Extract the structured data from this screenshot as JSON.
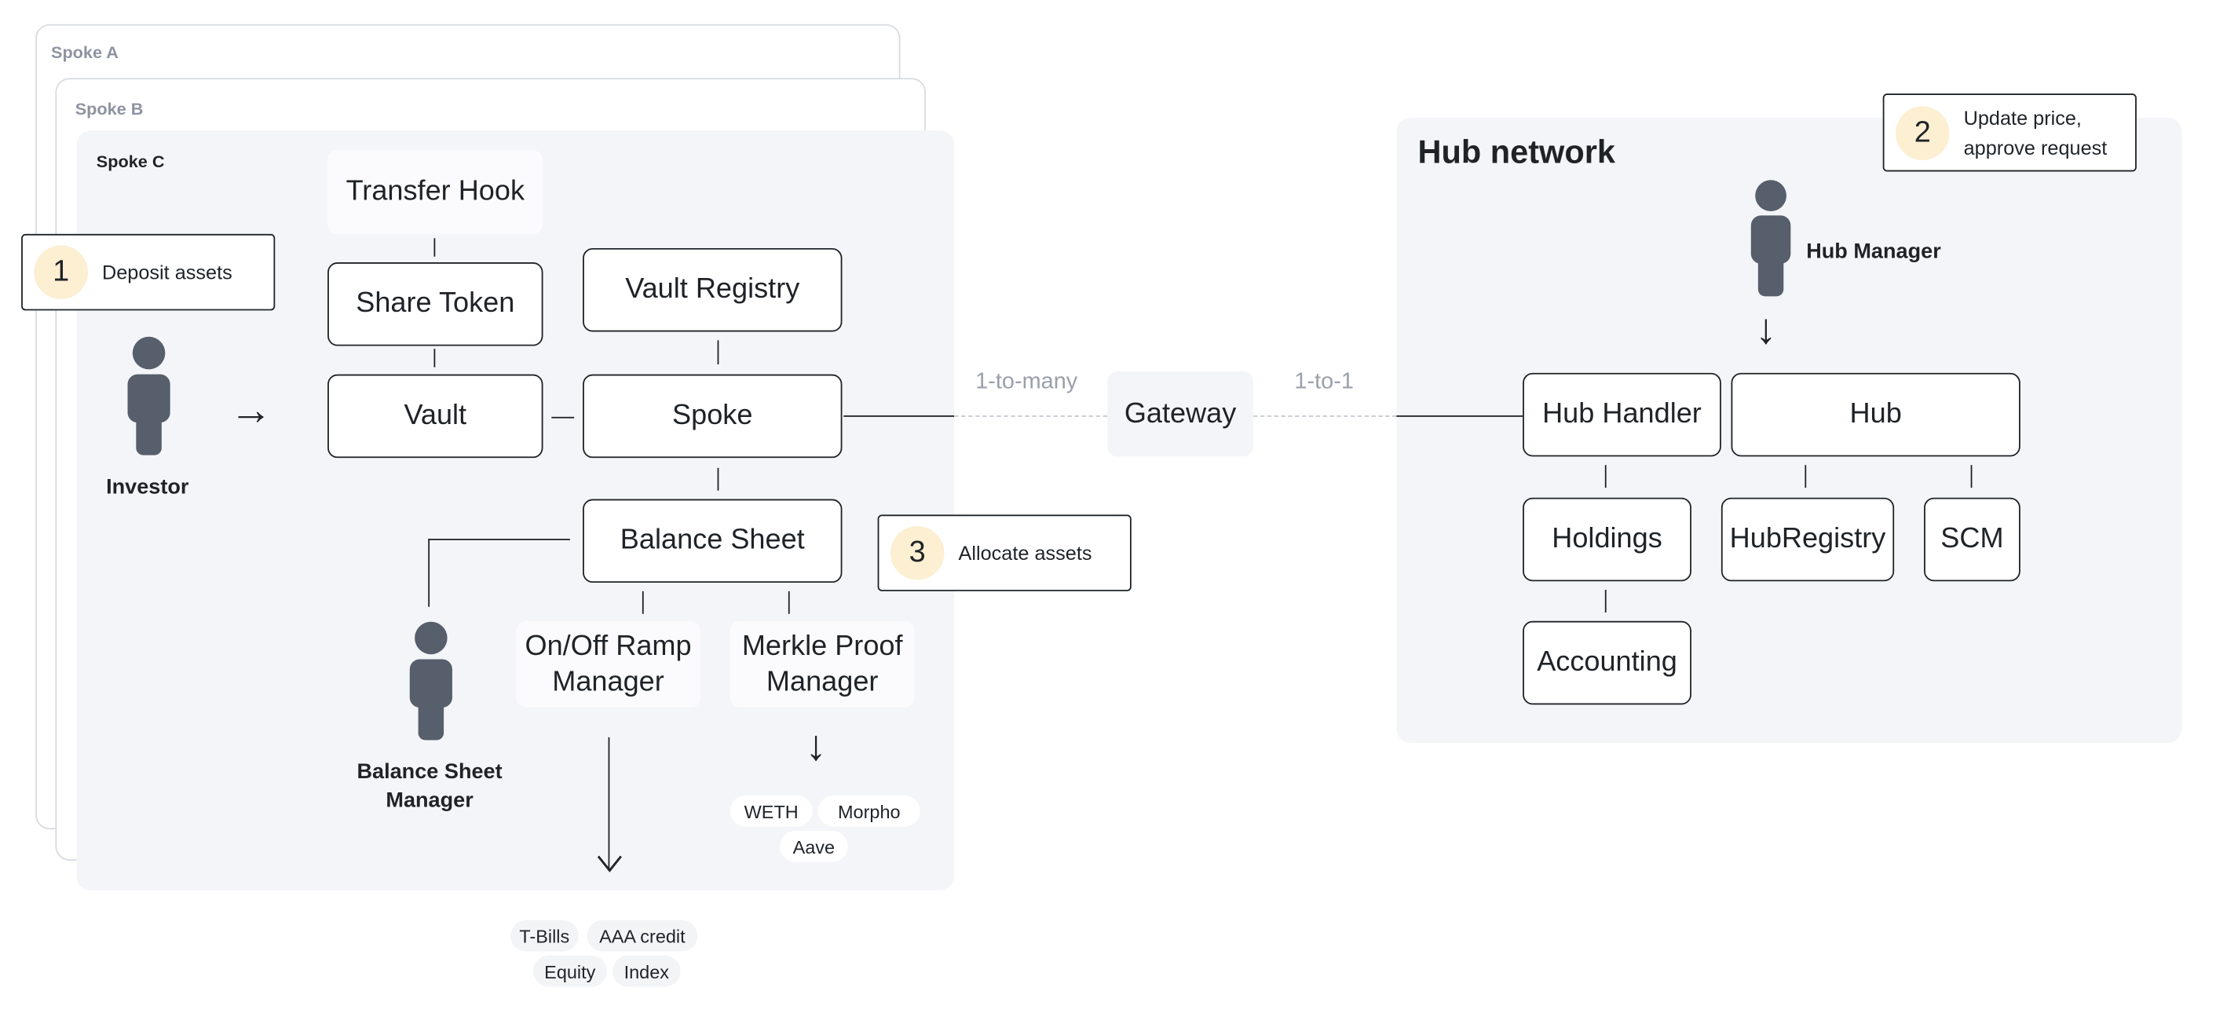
{
  "spokes": {
    "a_title": "Spoke A",
    "b_title": "Spoke B",
    "c_title": "Spoke C"
  },
  "nodes": {
    "transfer_hook": "Transfer Hook",
    "share_token": "Share Token",
    "vault_registry": "Vault Registry",
    "vault": "Vault",
    "spoke": "Spoke",
    "balance_sheet": "Balance Sheet",
    "onoff_ramp_line1": "On/Off Ramp",
    "onoff_ramp_line2": "Manager",
    "merkle_line1": "Merkle Proof",
    "merkle_line2": "Manager",
    "gateway": "Gateway",
    "hub_handler": "Hub Handler",
    "hub": "Hub",
    "holdings": "Holdings",
    "hub_registry": "HubRegistry",
    "scm": "SCM",
    "accounting": "Accounting"
  },
  "hub_network": {
    "title": "Hub network"
  },
  "relations": {
    "left": "1-to-many",
    "right": "1-to-1"
  },
  "actors": {
    "investor": "Investor",
    "bsm_line1": "Balance Sheet",
    "bsm_line2": "Manager",
    "hub_manager": "Hub Manager"
  },
  "steps": [
    {
      "number": "1",
      "line1": "Deposit assets",
      "line2": ""
    },
    {
      "number": "2",
      "line1": "Update price,",
      "line2": "approve request"
    },
    {
      "number": "3",
      "line1": "Allocate assets",
      "line2": ""
    }
  ],
  "protocol_chips": [
    "WETH",
    "Morpho",
    "Aave"
  ],
  "offchain_chips": [
    "T-Bills",
    "AAA credit",
    "Equity",
    "Index"
  ],
  "icons": {
    "right_arrow": "→",
    "down_arrow": "↓"
  },
  "colors": {
    "panel": "#f4f5f8",
    "badge": "#fcefd2",
    "person": "#565f6b",
    "ink": "#1f2328",
    "muted": "#8e93a0"
  }
}
